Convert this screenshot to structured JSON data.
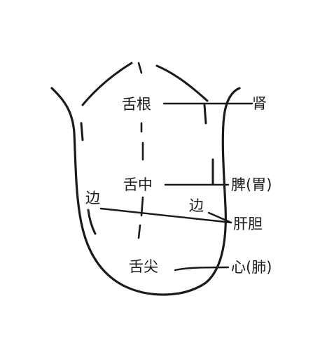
{
  "diagram": {
    "regions": {
      "root": "舌根",
      "middle": "舌中",
      "tip": "舌尖",
      "edge_left": "边",
      "edge_right": "边"
    },
    "organs": {
      "kidney": "肾",
      "spleen_stomach": "脾(胃)",
      "liver_gallbladder": "肝胆",
      "heart_lung": "心(肺)"
    }
  }
}
